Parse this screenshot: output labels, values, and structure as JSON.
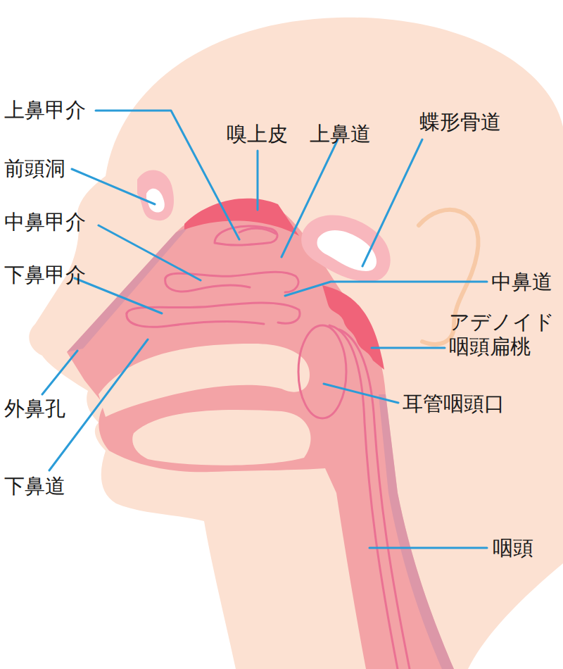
{
  "diagram": {
    "labels": [
      "上鼻甲介",
      "嗅上皮",
      "上鼻道",
      "蝶形骨道",
      "前頭洞",
      "中鼻甲介",
      "中鼻道",
      "下鼻甲介",
      "アデノイド 咽頭扁桃",
      "耳管咽頭口",
      "外鼻孔",
      "下鼻道",
      "咽頭"
    ]
  }
}
